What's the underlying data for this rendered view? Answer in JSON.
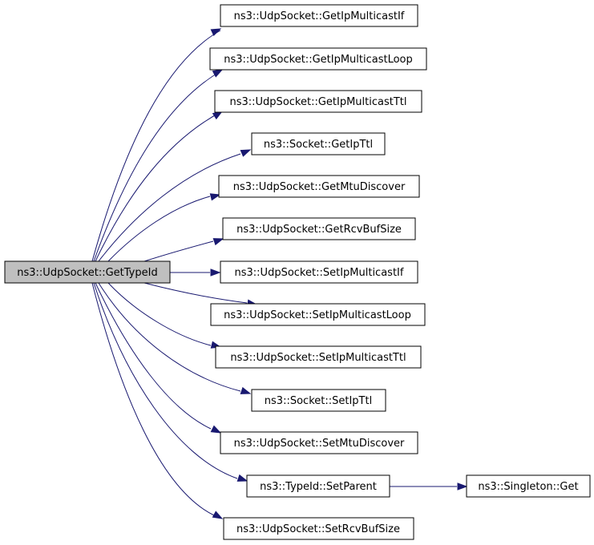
{
  "root": {
    "label": "ns3::UdpSocket::GetTypeId"
  },
  "callees": [
    {
      "id": "n1",
      "label": "ns3::UdpSocket::GetIpMulticastIf"
    },
    {
      "id": "n2",
      "label": "ns3::UdpSocket::GetIpMulticastLoop"
    },
    {
      "id": "n3",
      "label": "ns3::UdpSocket::GetIpMulticastTtl"
    },
    {
      "id": "n4",
      "label": "ns3::Socket::GetIpTtl"
    },
    {
      "id": "n5",
      "label": "ns3::UdpSocket::GetMtuDiscover"
    },
    {
      "id": "n6",
      "label": "ns3::UdpSocket::GetRcvBufSize"
    },
    {
      "id": "n7",
      "label": "ns3::UdpSocket::SetIpMulticastIf"
    },
    {
      "id": "n8",
      "label": "ns3::UdpSocket::SetIpMulticastLoop"
    },
    {
      "id": "n9",
      "label": "ns3::UdpSocket::SetIpMulticastTtl"
    },
    {
      "id": "n10",
      "label": "ns3::Socket::SetIpTtl"
    },
    {
      "id": "n11",
      "label": "ns3::UdpSocket::SetMtuDiscover"
    },
    {
      "id": "n12",
      "label": "ns3::TypeId::SetParent"
    },
    {
      "id": "n13",
      "label": "ns3::UdpSocket::SetRcvBufSize"
    }
  ],
  "secondary": [
    {
      "id": "n14",
      "label": "ns3::Singleton::Get"
    }
  ],
  "edges": [
    {
      "from": "root",
      "to": "n1"
    },
    {
      "from": "root",
      "to": "n2"
    },
    {
      "from": "root",
      "to": "n3"
    },
    {
      "from": "root",
      "to": "n4"
    },
    {
      "from": "root",
      "to": "n5"
    },
    {
      "from": "root",
      "to": "n6"
    },
    {
      "from": "root",
      "to": "n7"
    },
    {
      "from": "root",
      "to": "n8"
    },
    {
      "from": "root",
      "to": "n9"
    },
    {
      "from": "root",
      "to": "n10"
    },
    {
      "from": "root",
      "to": "n11"
    },
    {
      "from": "root",
      "to": "n12"
    },
    {
      "from": "root",
      "to": "n13"
    },
    {
      "from": "n12",
      "to": "n14"
    }
  ],
  "colors": {
    "edge": "#191970",
    "root_fill": "#bfbfbf",
    "node_fill": "#ffffff",
    "border": "#000000"
  }
}
